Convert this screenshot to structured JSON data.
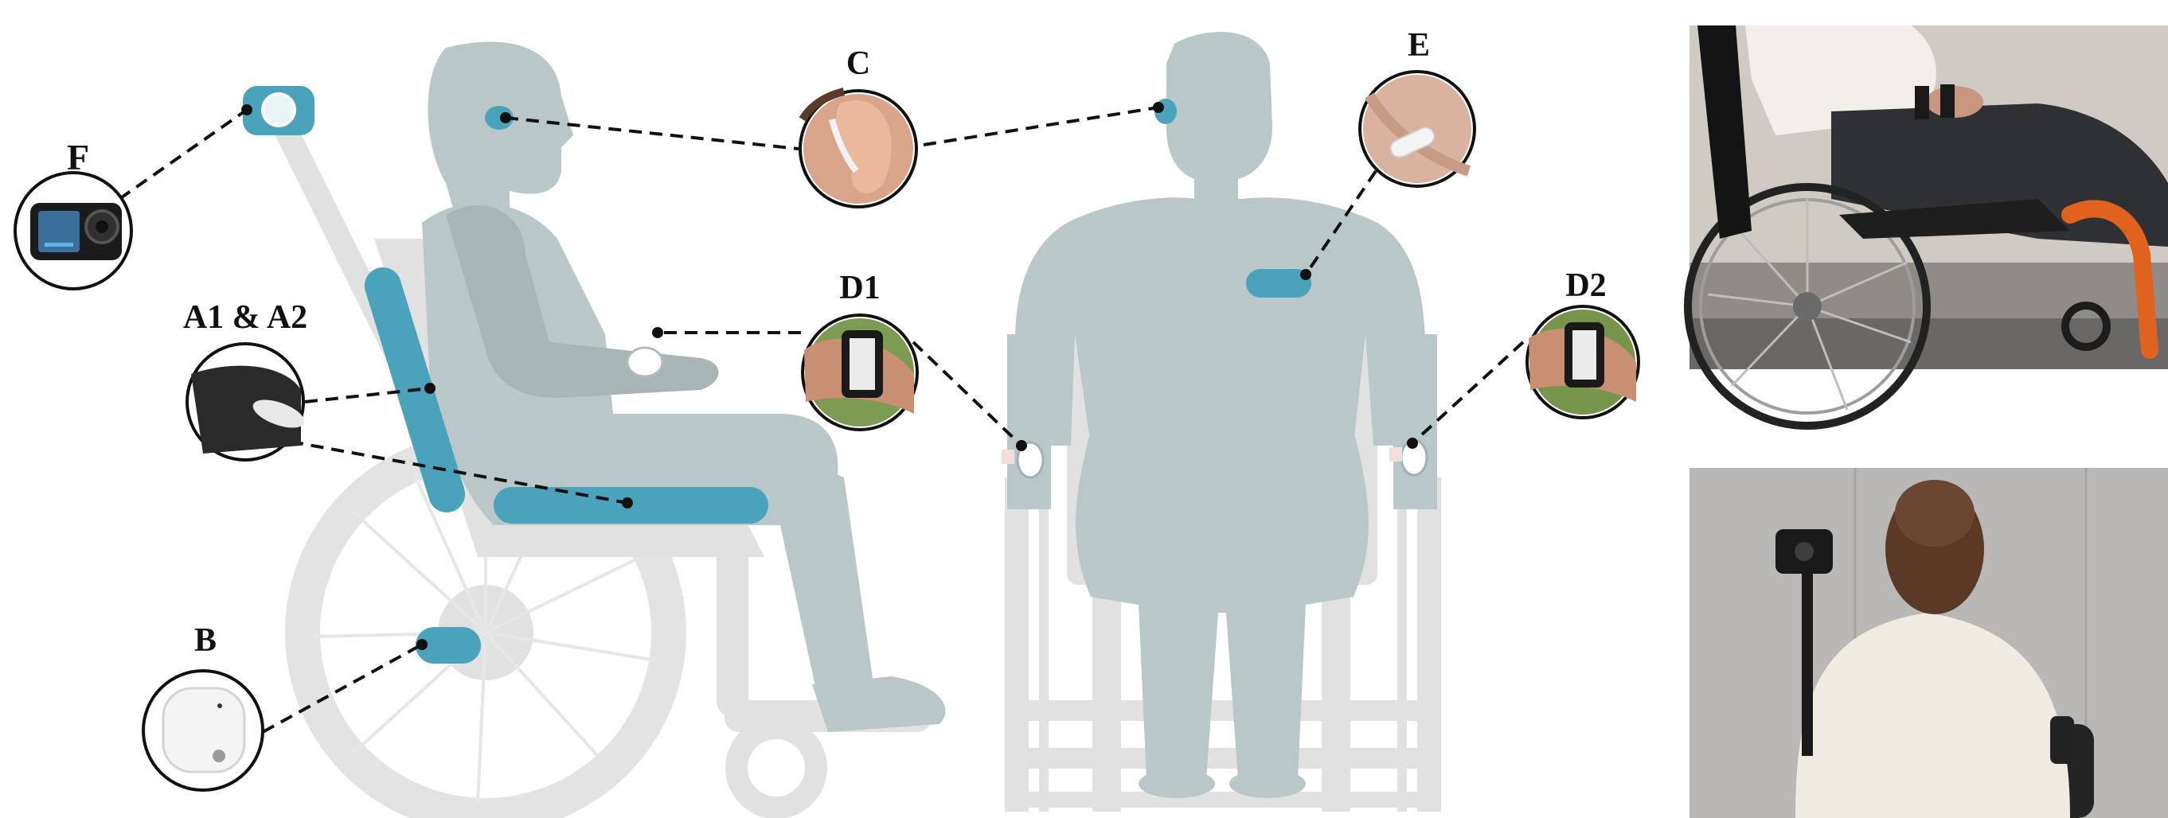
{
  "figure": {
    "labels": {
      "F": "F",
      "C": "C",
      "E": "E",
      "A": "A1 & A2",
      "D1": "D1",
      "D2": "D2",
      "B": "B"
    },
    "colors": {
      "sensor": "#4aa3bb",
      "body": "#b9c7c8",
      "chair": "#e1e1e1",
      "leader": "#111111"
    },
    "insets": [
      {
        "id": "F",
        "depicts": "action camera"
      },
      {
        "id": "A1 & A2",
        "depicts": "pressure mat sensor"
      },
      {
        "id": "B",
        "depicts": "white wheel sensor"
      },
      {
        "id": "C",
        "depicts": "ear-worn sensor"
      },
      {
        "id": "D1",
        "depicts": "wrist band sensor"
      },
      {
        "id": "D2",
        "depicts": "wrist band sensor"
      },
      {
        "id": "E",
        "depicts": "chest patch sensor"
      }
    ],
    "photos": [
      {
        "id": "photo-top",
        "depicts": "side view of seated wheelchair user with wrist bands"
      },
      {
        "id": "photo-bottom",
        "depicts": "rear view of wheelchair user with pole-mounted camera"
      }
    ]
  }
}
